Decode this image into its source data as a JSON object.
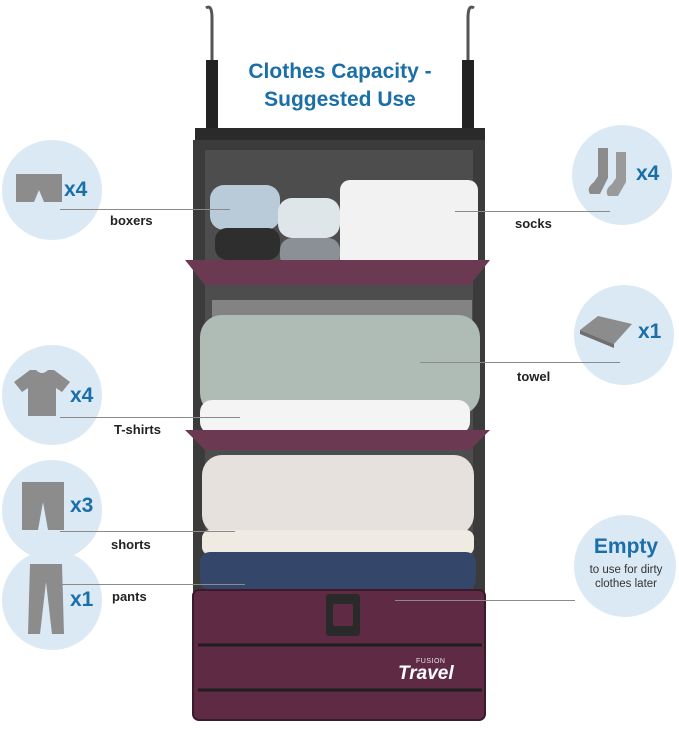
{
  "title": {
    "line1": "Clothes Capacity -",
    "line2": "Suggested Use"
  },
  "items": {
    "boxers": {
      "qty": "x4",
      "label": "boxers",
      "icon": "boxers-icon"
    },
    "socks": {
      "qty": "x4",
      "label": "socks",
      "icon": "socks-icon"
    },
    "towel": {
      "qty": "x1",
      "label": "towel",
      "icon": "towel-icon"
    },
    "tshirts": {
      "qty": "x4",
      "label": "T-shirts",
      "icon": "tshirt-icon"
    },
    "shorts": {
      "qty": "x3",
      "label": "shorts",
      "icon": "shorts-icon"
    },
    "pants": {
      "qty": "x1",
      "label": "pants",
      "icon": "pants-icon"
    }
  },
  "empty": {
    "title": "Empty",
    "subtitle": "to use for dirty clothes later"
  },
  "brand": {
    "small": "FUSION",
    "name": "Travel"
  },
  "colors": {
    "accent": "#1b6fa8",
    "circle": "#dbe9f5",
    "icon": "#8c8c8c",
    "bag": "#5e2a44"
  }
}
